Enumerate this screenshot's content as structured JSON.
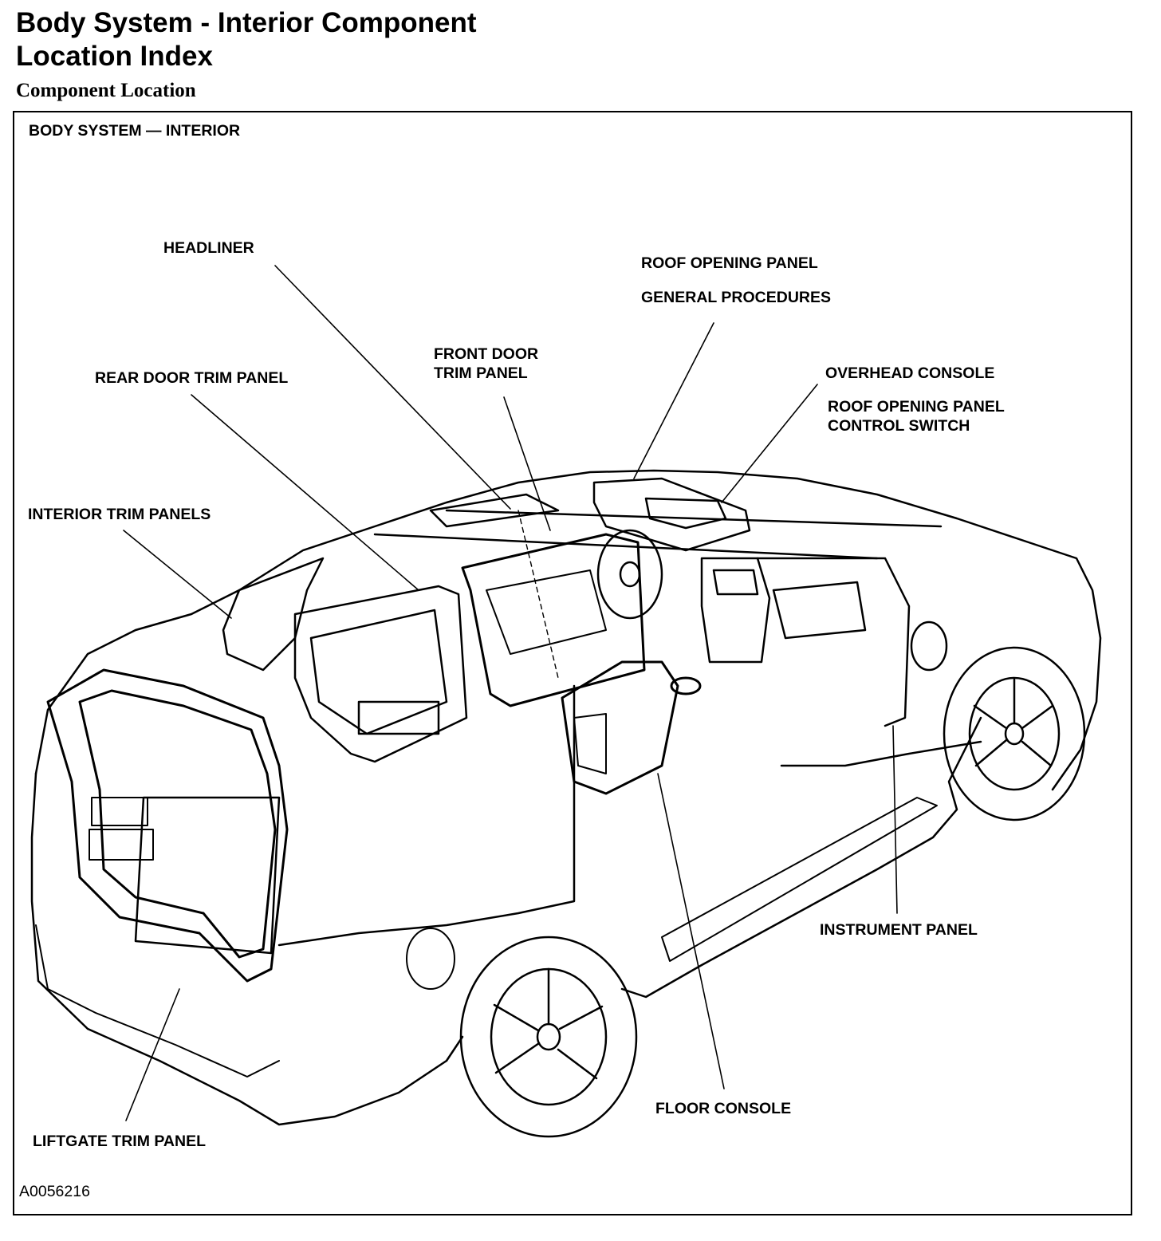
{
  "header": {
    "title_line1": "Body System - Interior Component",
    "title_line2": "Location Index",
    "subtitle": "Component Location"
  },
  "figure": {
    "caption": "BODY SYSTEM — INTERIOR",
    "figure_id": "A0056216",
    "callouts": {
      "headliner": "HEADLINER",
      "roof_opening_panel": "ROOF OPENING PANEL",
      "general_procedures": "GENERAL PROCEDURES",
      "front_door_trim_panel_1": "FRONT DOOR",
      "front_door_trim_panel_2": "TRIM PANEL",
      "overhead_console": "OVERHEAD CONSOLE",
      "roof_opening_panel_control_switch_1": "ROOF OPENING PANEL",
      "roof_opening_panel_control_switch_2": "CONTROL SWITCH",
      "rear_door_trim_panel": "REAR DOOR TRIM PANEL",
      "interior_trim_panels": "INTERIOR TRIM PANELS",
      "instrument_panel": "INSTRUMENT PANEL",
      "floor_console": "FLOOR CONSOLE",
      "liftgate_trim_panel": "LIFTGATE TRIM PANEL"
    }
  }
}
